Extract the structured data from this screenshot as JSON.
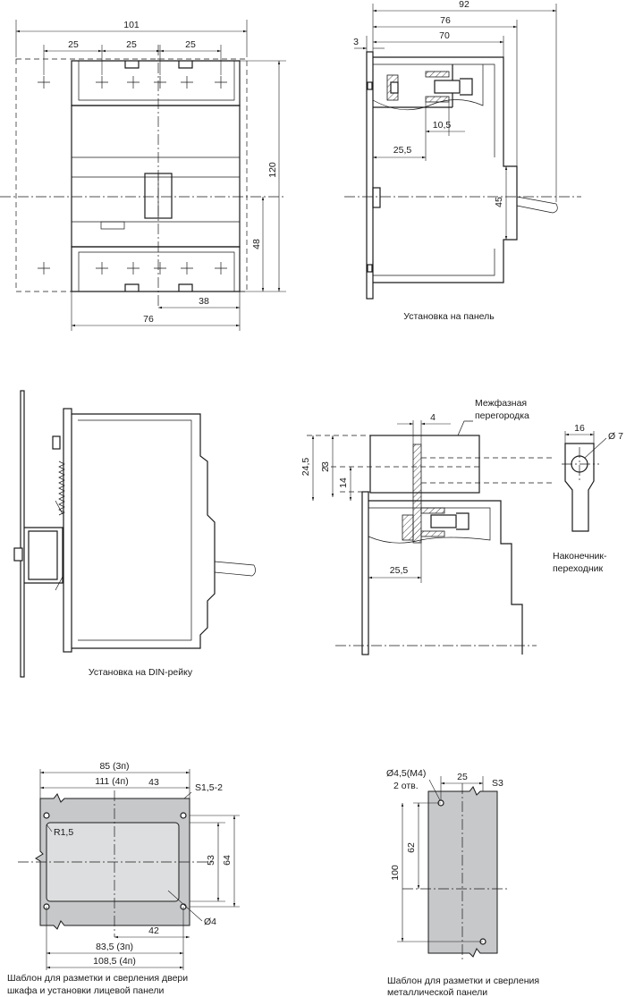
{
  "colors": {
    "line": "#1a1a1a",
    "plate": "#b9bbbe",
    "window": "#dcdedf",
    "panel": "#c7c8ca"
  },
  "front_view": {
    "dims": {
      "total_width": "101",
      "pitch_1": "25",
      "pitch_2": "25",
      "pitch_3": "25",
      "height": "120",
      "half_height": "48",
      "handle_offset": "38",
      "body_width": "76"
    }
  },
  "panel_view": {
    "dims": {
      "overall": "92",
      "body": "76",
      "depth": "70",
      "panel_thickness": "3",
      "bolt": "10,5",
      "terminal": "25,5",
      "handle_height": "45"
    },
    "caption": "Установка на панель"
  },
  "din_view": {
    "caption": "Установка на DIN-рейку"
  },
  "barrier_view": {
    "label_barrier_1": "Межфазная",
    "label_barrier_2": "перегородка",
    "dims": {
      "barrier_thickness": "4",
      "h1": "24,5",
      "h2": "23",
      "h3": "14",
      "terminal": "25,5"
    }
  },
  "adapter_view": {
    "dims": {
      "width": "16",
      "hole": "Ø 7"
    },
    "label_1": "Наконечник-",
    "label_2": "переходник"
  },
  "door_template": {
    "dims": {
      "top_3p": "85 (3п)",
      "top_4p": "111 (4п)",
      "top_43": "43",
      "s": "S1,5-2",
      "radius": "R1,5",
      "h53": "53",
      "h64": "64",
      "hole": "Ø4",
      "b42": "42",
      "bottom_3p": "83,5 (3п)",
      "bottom_4p": "108,5 (4п)"
    },
    "caption_1": "Шаблон для разметки и сверления двери",
    "caption_2": "шкафа и установки лицевой панели"
  },
  "metal_template": {
    "dims": {
      "hole": "Ø4,5(M4)",
      "holes_count": "2 отв.",
      "w25": "25",
      "s": "S3",
      "h62": "62",
      "h100": "100"
    },
    "caption_1": "Шаблон для разметки и сверления",
    "caption_2": "металлической панели"
  }
}
